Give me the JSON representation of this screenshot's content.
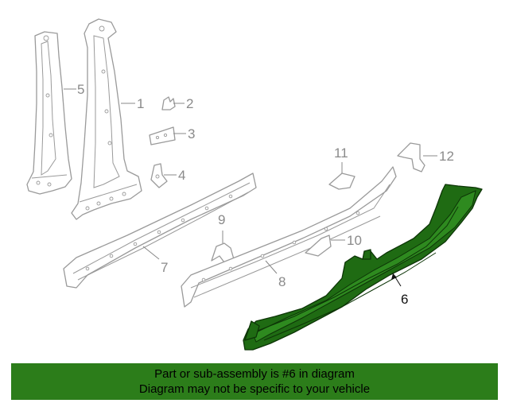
{
  "callouts": [
    {
      "id": "1",
      "label": "1"
    },
    {
      "id": "2",
      "label": "2"
    },
    {
      "id": "3",
      "label": "3"
    },
    {
      "id": "4",
      "label": "4"
    },
    {
      "id": "5",
      "label": "5"
    },
    {
      "id": "6",
      "label": "6"
    },
    {
      "id": "7",
      "label": "7"
    },
    {
      "id": "8",
      "label": "8"
    },
    {
      "id": "9",
      "label": "9"
    },
    {
      "id": "10",
      "label": "10"
    },
    {
      "id": "11",
      "label": "11"
    },
    {
      "id": "12",
      "label": "12"
    }
  ],
  "highlight": {
    "part": "6",
    "color": "#1f6b13"
  },
  "banner": {
    "line1": "Part or sub-assembly is #6 in diagram",
    "line2": "Diagram may not be specific to your vehicle",
    "color": "#2c7d1a"
  }
}
